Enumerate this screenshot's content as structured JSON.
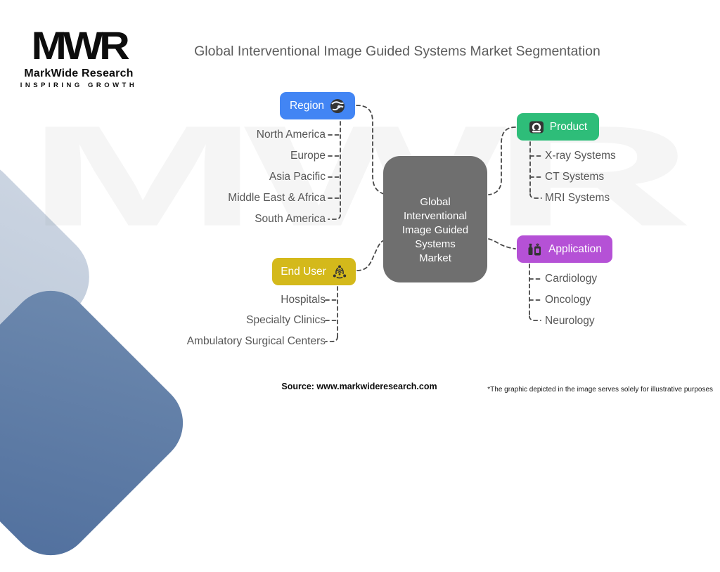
{
  "page": {
    "title": "Global Interventional Image Guided Systems Market Segmentation",
    "source_label": "Source: www.markwideresearch.com",
    "disclaimer": "*The graphic depicted in the image serves solely for illustrative purposes"
  },
  "logo": {
    "acronym": "MWR",
    "name": "MarkWide Research",
    "tagline": "INSPIRING GROWTH",
    "watermark_text": "MWR"
  },
  "center_node": {
    "bg_color": "#6f6f6f",
    "lines": [
      "Global",
      "Interventional",
      "Image Guided",
      "Systems",
      "Market"
    ]
  },
  "branches": [
    {
      "label": "Region",
      "color": "#4285f4",
      "icon": "globe-icon",
      "items": [
        "North America",
        "Europe",
        "Asia Pacific",
        "Middle East & Africa",
        "South America"
      ]
    },
    {
      "label": "Product",
      "color": "#2ebd79",
      "icon": "scanner-icon",
      "items": [
        "X-ray Systems",
        "CT Systems",
        "MRI Systems"
      ]
    },
    {
      "label": "End User",
      "color": "#d4b91b",
      "icon": "network-icon",
      "items": [
        "Hospitals",
        "Specialty Clinics",
        "Ambulatory Surgical Centers"
      ]
    },
    {
      "label": "Application",
      "color": "#b551d6",
      "icon": "medical-devices-icon",
      "items": [
        "Cardiology",
        "Oncology",
        "Neurology"
      ]
    }
  ],
  "connector_style": {
    "color": "#474747"
  }
}
